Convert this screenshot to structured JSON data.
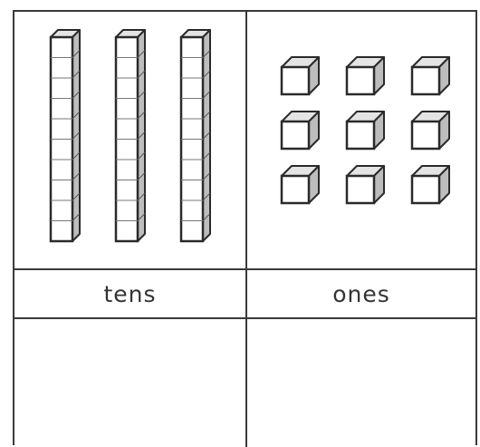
{
  "place_value_chart": {
    "columns": [
      {
        "label": "tens",
        "block": "ten-rod",
        "count": 3,
        "answer": ""
      },
      {
        "label": "ones",
        "block": "unit-cube",
        "count": 9,
        "answer": ""
      }
    ]
  },
  "colors": {
    "border": "#3a3a3a",
    "block_outline": "#2a2a2a",
    "block_face": "#ffffff",
    "block_side": "#bdbdbd",
    "block_top": "#e4e4e4"
  }
}
